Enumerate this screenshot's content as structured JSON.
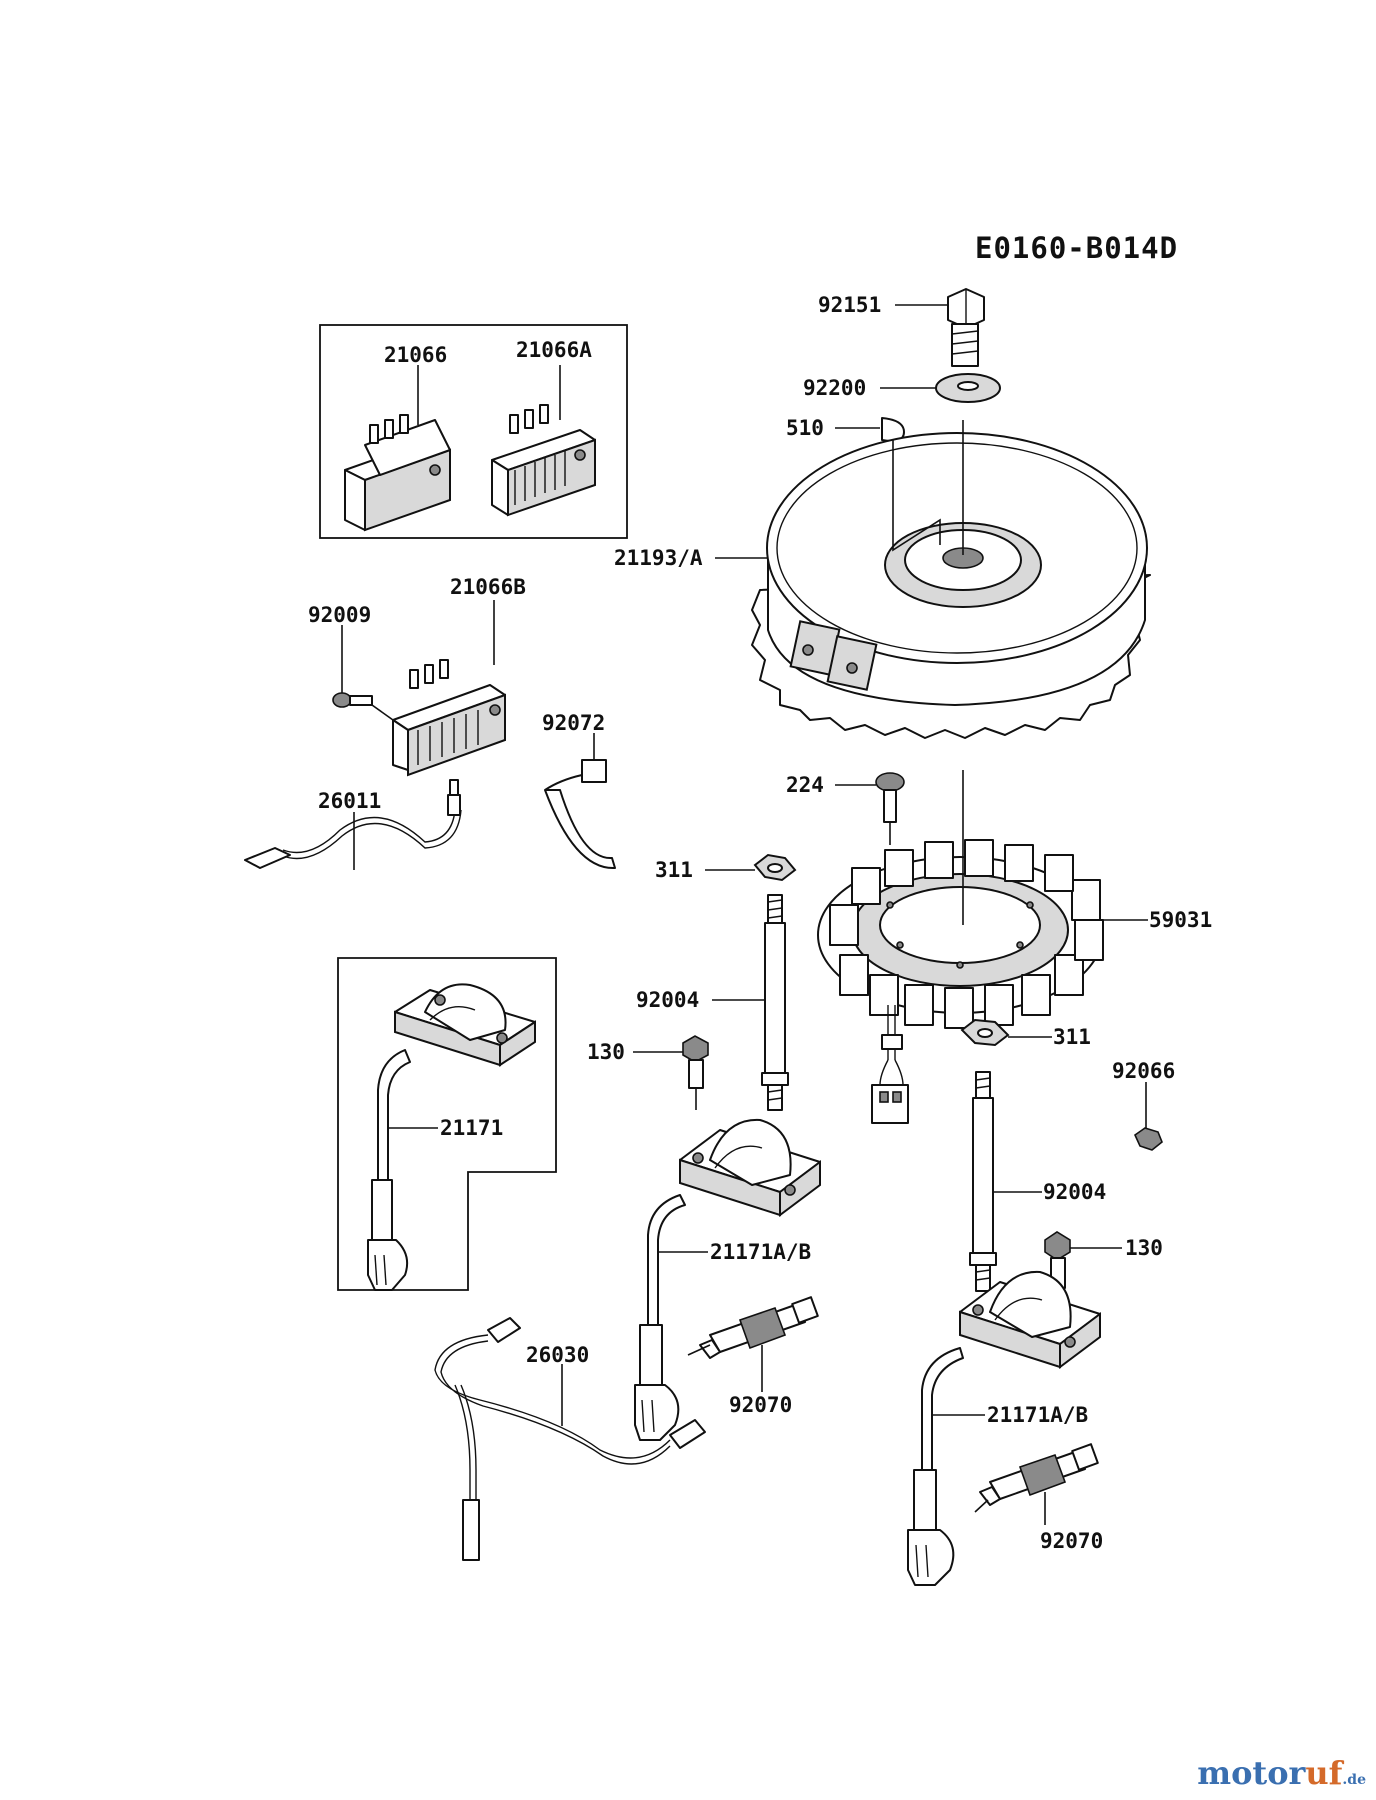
{
  "diagram": {
    "reference_code": "E0160-B014D",
    "labels": {
      "p92151": "92151",
      "p92200": "92200",
      "p510": "510",
      "p21193": "21193/A",
      "p21066": "21066",
      "p21066a": "21066A",
      "p21066b": "21066B",
      "p92009": "92009",
      "p92072": "92072",
      "p26011": "26011",
      "p224": "224",
      "p311a": "311",
      "p59031": "59031",
      "p92004a": "92004",
      "p130a": "130",
      "p311b": "311",
      "p92066": "92066",
      "p21171": "21171",
      "p92004b": "92004",
      "p21171ab1": "21171A/B",
      "p130b": "130",
      "p26030": "26030",
      "p92070a": "92070",
      "p21171ab2": "21171A/B",
      "p92070b": "92070"
    }
  },
  "watermark": {
    "part1": "motor",
    "part2": "uf",
    "part3": ".de"
  }
}
